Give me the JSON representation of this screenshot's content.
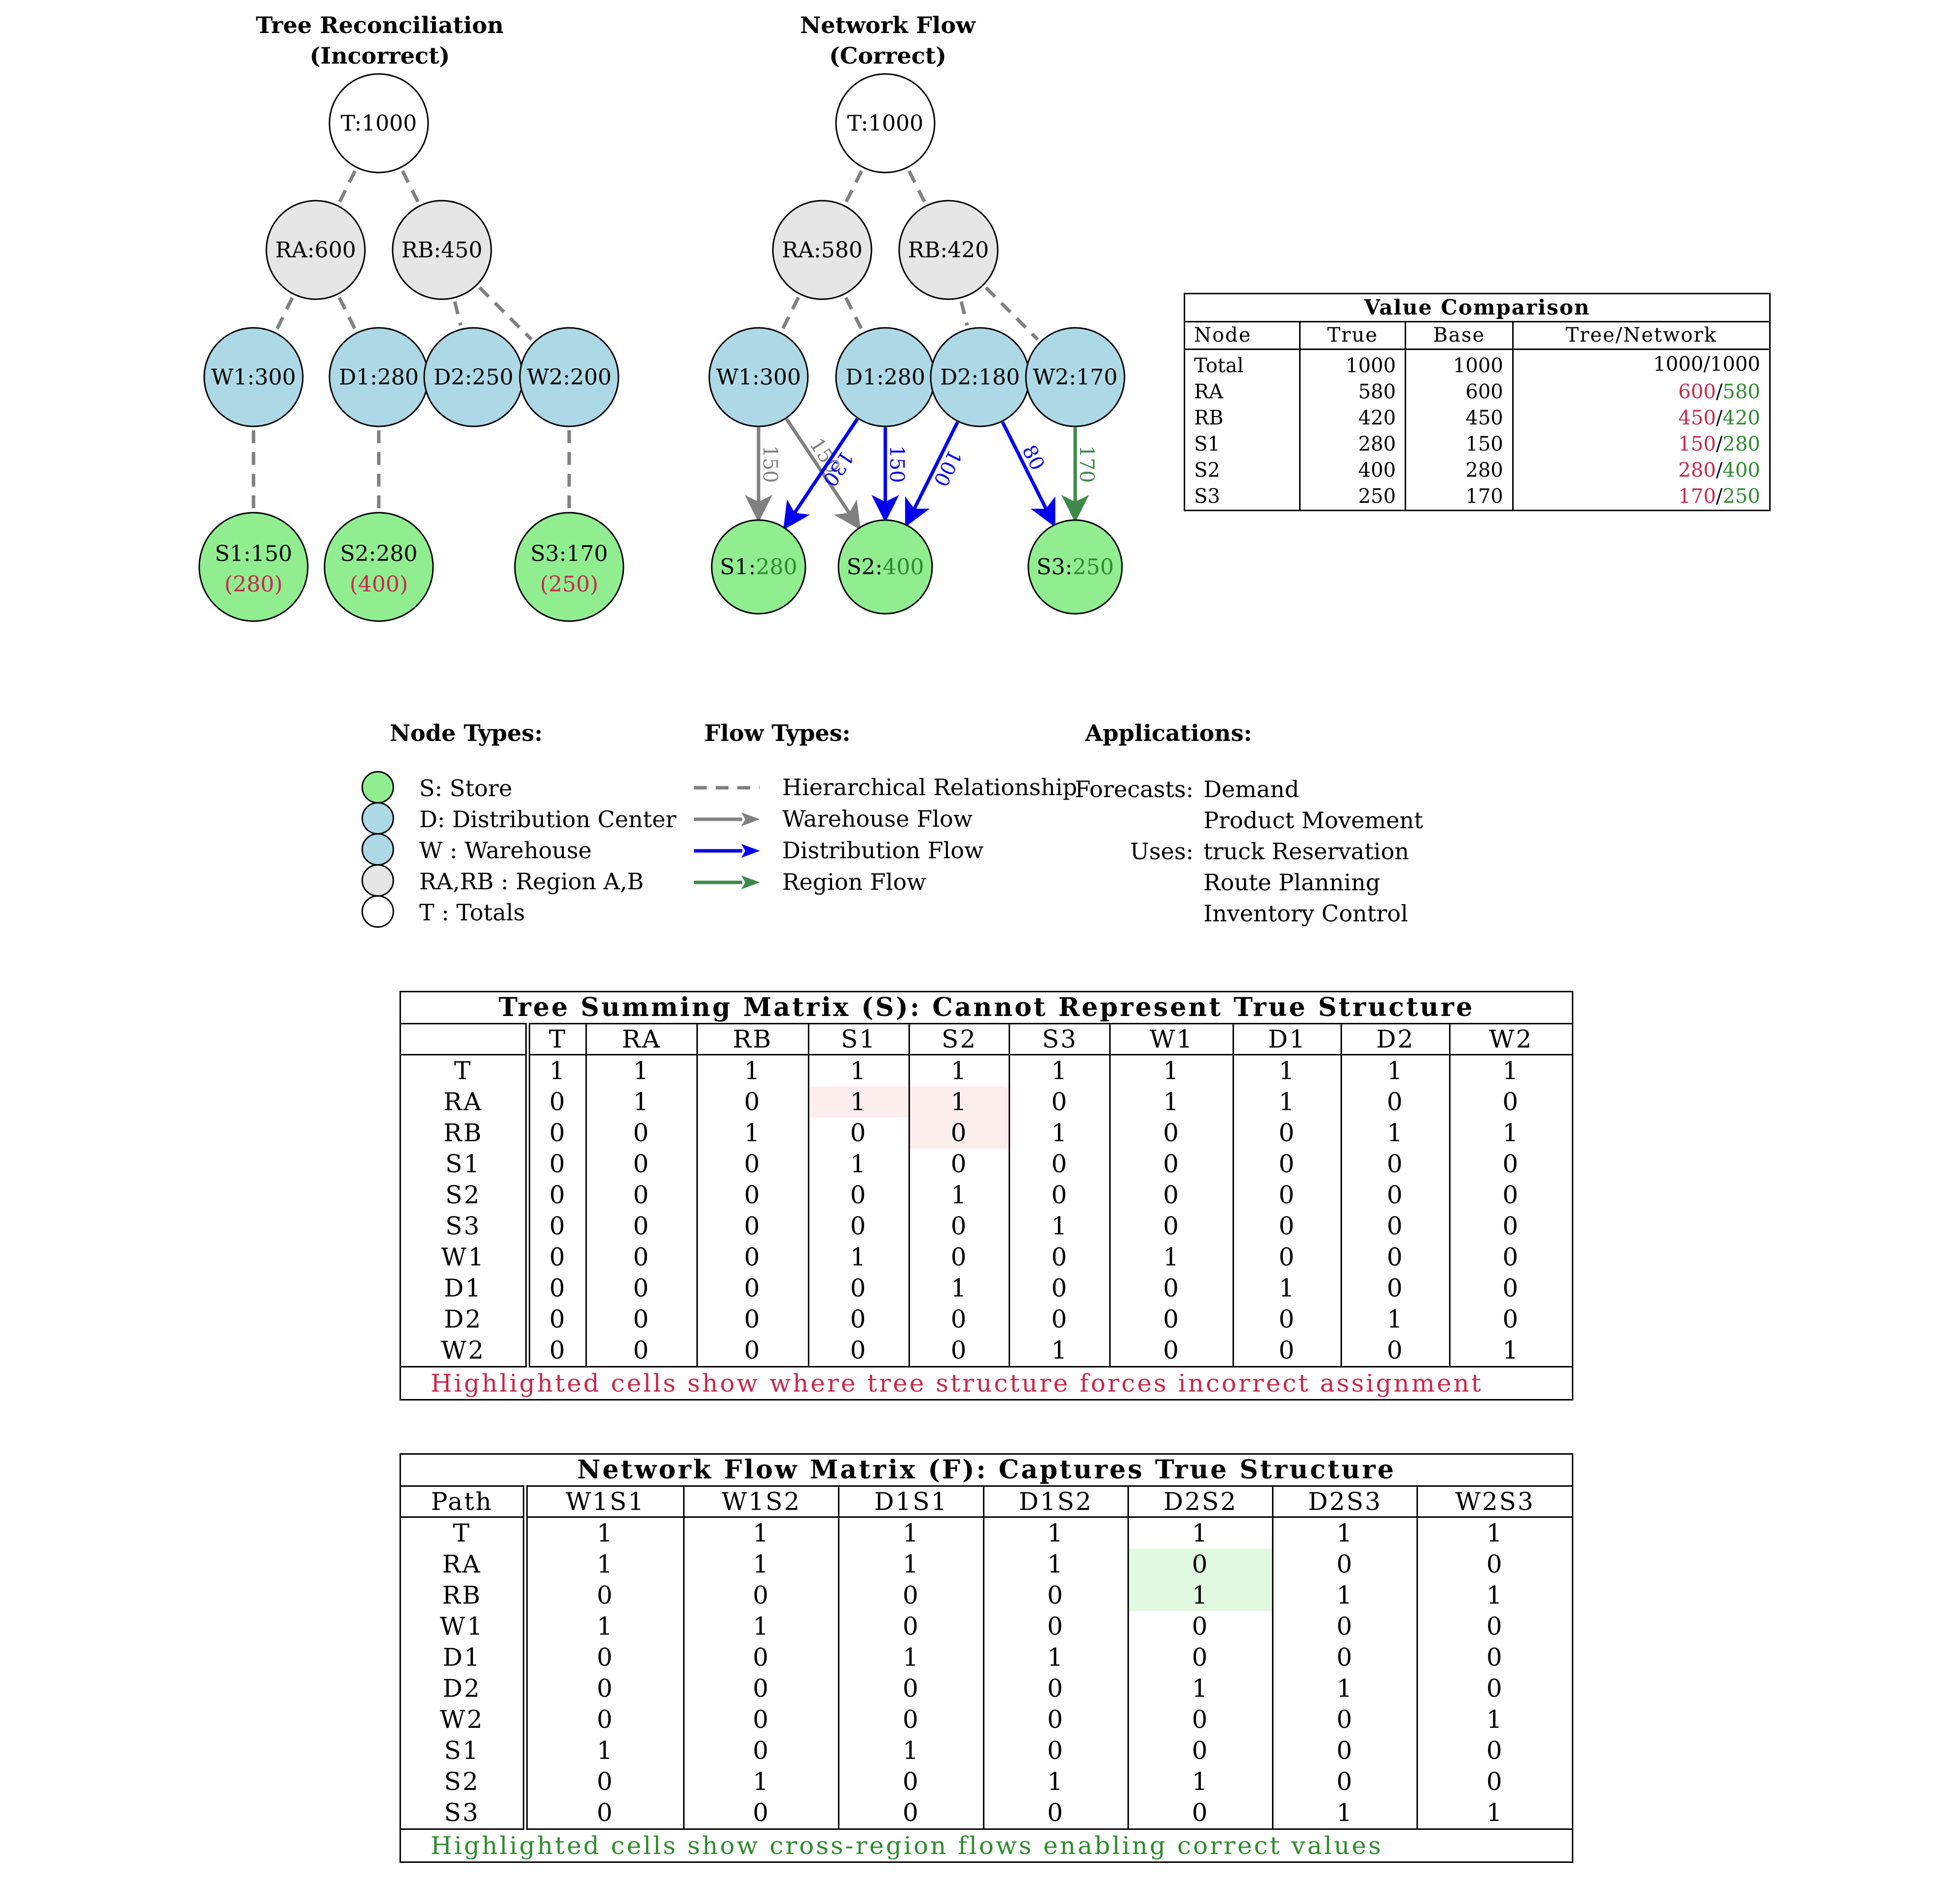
{
  "tree_title_1": "Tree Reconciliation",
  "tree_title_2": "(Incorrect)",
  "net_title_1": "Network Flow",
  "net_title_2": "(Correct)",
  "tree": {
    "nodes": [
      {
        "id": "T",
        "label": "T:1000",
        "type": "total"
      },
      {
        "id": "RA",
        "label": "RA:600",
        "type": "region"
      },
      {
        "id": "RB",
        "label": "RB:450",
        "type": "region"
      },
      {
        "id": "W1",
        "label": "W1:300",
        "type": "warehouse"
      },
      {
        "id": "D1",
        "label": "D1:280",
        "type": "dc"
      },
      {
        "id": "D2",
        "label": "D2:250",
        "type": "dc"
      },
      {
        "id": "W2",
        "label": "W2:200",
        "type": "warehouse"
      },
      {
        "id": "S1",
        "label": "S1:150",
        "sub": "(280)",
        "type": "store"
      },
      {
        "id": "S2",
        "label": "S2:280",
        "sub": "(400)",
        "type": "store"
      },
      {
        "id": "S3",
        "label": "S3:170",
        "sub": "(250)",
        "type": "store"
      }
    ]
  },
  "network": {
    "nodes": [
      {
        "id": "T",
        "label": "T:1000",
        "type": "total"
      },
      {
        "id": "RA",
        "label": "RA:580",
        "type": "region"
      },
      {
        "id": "RB",
        "label": "RB:420",
        "type": "region"
      },
      {
        "id": "W1",
        "label": "W1:300",
        "type": "warehouse"
      },
      {
        "id": "D1",
        "label": "D1:280",
        "type": "dc"
      },
      {
        "id": "D2",
        "label": "D2:180",
        "type": "dc"
      },
      {
        "id": "W2",
        "label": "W2:170",
        "type": "warehouse"
      },
      {
        "id": "S1",
        "label": "S1:",
        "value": "280",
        "type": "store"
      },
      {
        "id": "S2",
        "label": "S2:",
        "value": "400",
        "type": "store"
      },
      {
        "id": "S3",
        "label": "S3:",
        "value": "250",
        "type": "store"
      }
    ],
    "flows": [
      {
        "from": "W1",
        "to": "S1",
        "value": "150",
        "kind": "warehouse"
      },
      {
        "from": "W1",
        "to": "S2",
        "value": "150",
        "kind": "warehouse"
      },
      {
        "from": "D1",
        "to": "S1",
        "value": "130",
        "kind": "distribution"
      },
      {
        "from": "D1",
        "to": "S2",
        "value": "150",
        "kind": "distribution"
      },
      {
        "from": "D2",
        "to": "S2",
        "value": "100",
        "kind": "distribution"
      },
      {
        "from": "D2",
        "to": "S3",
        "value": "80",
        "kind": "distribution"
      },
      {
        "from": "W2",
        "to": "S3",
        "value": "170",
        "kind": "region"
      }
    ]
  },
  "value_comparison": {
    "title": "Value Comparison",
    "headers": [
      "Node",
      "True",
      "Base",
      "Tree/Network"
    ],
    "rows": [
      {
        "node": "Total",
        "true": "1000",
        "base": "1000",
        "tree": "1000",
        "network": "1000",
        "plain": true
      },
      {
        "node": "RA",
        "true": "580",
        "base": "600",
        "tree": "600",
        "network": "580"
      },
      {
        "node": "RB",
        "true": "420",
        "base": "450",
        "tree": "450",
        "network": "420"
      },
      {
        "node": "S1",
        "true": "280",
        "base": "150",
        "tree": "150",
        "network": "280"
      },
      {
        "node": "S2",
        "true": "400",
        "base": "280",
        "tree": "280",
        "network": "400"
      },
      {
        "node": "S3",
        "true": "250",
        "base": "170",
        "tree": "170",
        "network": "250"
      }
    ]
  },
  "legend": {
    "node_types_title": "Node Types:",
    "node_types": [
      {
        "label": "S: Store",
        "color": "#90ee90"
      },
      {
        "label": "D: Distribution Center",
        "color": "#add8e6"
      },
      {
        "label": "W : Warehouse",
        "color": "#add8e6"
      },
      {
        "label": "RA,RB : Region A,B",
        "color": "#e6e6e6"
      },
      {
        "label": "T : Totals",
        "color": "#ffffff"
      }
    ],
    "flow_types_title": "Flow Types:",
    "flow_types": [
      {
        "label": "Hierarchical Relationship",
        "style": "dashed",
        "color": "#808080"
      },
      {
        "label": "Warehouse Flow",
        "style": "arrow",
        "color": "#808080"
      },
      {
        "label": "Distribution Flow",
        "style": "arrow",
        "color": "#0000ee"
      },
      {
        "label": "Region Flow",
        "style": "arrow",
        "color": "#3f8a4a"
      }
    ],
    "applications_title": "Applications:",
    "applications": [
      {
        "key": "Forecasts:",
        "value": "Demand"
      },
      {
        "key": "",
        "value": "Product Movement"
      },
      {
        "key": "Uses:",
        "value": "truck Reservation"
      },
      {
        "key": "",
        "value": "Route Planning"
      },
      {
        "key": "",
        "value": "Inventory Control"
      }
    ]
  },
  "tree_matrix": {
    "title": "Tree Summing Matrix (S): Cannot Represent True Structure",
    "corner": "",
    "columns": [
      "T",
      "RA",
      "RB",
      "S1",
      "S2",
      "S3",
      "W1",
      "D1",
      "D2",
      "W2"
    ],
    "rows": [
      {
        "label": "T",
        "cells": [
          "1",
          "1",
          "1",
          "1",
          "1",
          "1",
          "1",
          "1",
          "1",
          "1"
        ]
      },
      {
        "label": "RA",
        "cells": [
          "0",
          "1",
          "0",
          "1",
          "1",
          "0",
          "1",
          "1",
          "0",
          "0"
        ]
      },
      {
        "label": "RB",
        "cells": [
          "0",
          "0",
          "1",
          "0",
          "0",
          "1",
          "0",
          "0",
          "1",
          "1"
        ]
      },
      {
        "label": "S1",
        "cells": [
          "0",
          "0",
          "0",
          "1",
          "0",
          "0",
          "0",
          "0",
          "0",
          "0"
        ]
      },
      {
        "label": "S2",
        "cells": [
          "0",
          "0",
          "0",
          "0",
          "1",
          "0",
          "0",
          "0",
          "0",
          "0"
        ]
      },
      {
        "label": "S3",
        "cells": [
          "0",
          "0",
          "0",
          "0",
          "0",
          "1",
          "0",
          "0",
          "0",
          "0"
        ]
      },
      {
        "label": "W1",
        "cells": [
          "0",
          "0",
          "0",
          "1",
          "0",
          "0",
          "1",
          "0",
          "0",
          "0"
        ]
      },
      {
        "label": "D1",
        "cells": [
          "0",
          "0",
          "0",
          "0",
          "1",
          "0",
          "0",
          "1",
          "0",
          "0"
        ]
      },
      {
        "label": "D2",
        "cells": [
          "0",
          "0",
          "0",
          "0",
          "0",
          "0",
          "0",
          "0",
          "1",
          "0"
        ]
      },
      {
        "label": "W2",
        "cells": [
          "0",
          "0",
          "0",
          "0",
          "0",
          "1",
          "0",
          "0",
          "0",
          "1"
        ]
      }
    ],
    "highlight": [
      [
        1,
        3
      ],
      [
        1,
        4
      ],
      [
        2,
        4
      ]
    ],
    "note": "Highlighted cells show where tree structure forces incorrect assignment"
  },
  "flow_matrix": {
    "title": "Network Flow Matrix (F): Captures True Structure",
    "corner": "Path",
    "columns": [
      "W1S1",
      "W1S2",
      "D1S1",
      "D1S2",
      "D2S2",
      "D2S3",
      "W2S3"
    ],
    "rows": [
      {
        "label": "T",
        "cells": [
          "1",
          "1",
          "1",
          "1",
          "1",
          "1",
          "1"
        ]
      },
      {
        "label": "RA",
        "cells": [
          "1",
          "1",
          "1",
          "1",
          "0",
          "0",
          "0"
        ]
      },
      {
        "label": "RB",
        "cells": [
          "0",
          "0",
          "0",
          "0",
          "1",
          "1",
          "1"
        ]
      },
      {
        "label": "W1",
        "cells": [
          "1",
          "1",
          "0",
          "0",
          "0",
          "0",
          "0"
        ]
      },
      {
        "label": "D1",
        "cells": [
          "0",
          "0",
          "1",
          "1",
          "0",
          "0",
          "0"
        ]
      },
      {
        "label": "D2",
        "cells": [
          "0",
          "0",
          "0",
          "0",
          "1",
          "1",
          "0"
        ]
      },
      {
        "label": "W2",
        "cells": [
          "0",
          "0",
          "0",
          "0",
          "0",
          "0",
          "1"
        ]
      },
      {
        "label": "S1",
        "cells": [
          "1",
          "0",
          "1",
          "0",
          "0",
          "0",
          "0"
        ]
      },
      {
        "label": "S2",
        "cells": [
          "0",
          "1",
          "0",
          "1",
          "1",
          "0",
          "0"
        ]
      },
      {
        "label": "S3",
        "cells": [
          "0",
          "0",
          "0",
          "0",
          "0",
          "1",
          "1"
        ]
      }
    ],
    "highlight": [
      [
        1,
        4
      ],
      [
        2,
        4
      ]
    ],
    "note": "Highlighted cells show cross-region flows enabling correct values"
  },
  "colors": {
    "store": "#90ee90",
    "dc": "#add8e6",
    "warehouse": "#add8e6",
    "region": "#e6e6e6",
    "total": "#ffffff",
    "red": "#c8284c",
    "green": "#2e8b2e",
    "distribution": "#0000ee",
    "warehouse_flow": "#808080",
    "region_flow": "#3f8a4a"
  }
}
